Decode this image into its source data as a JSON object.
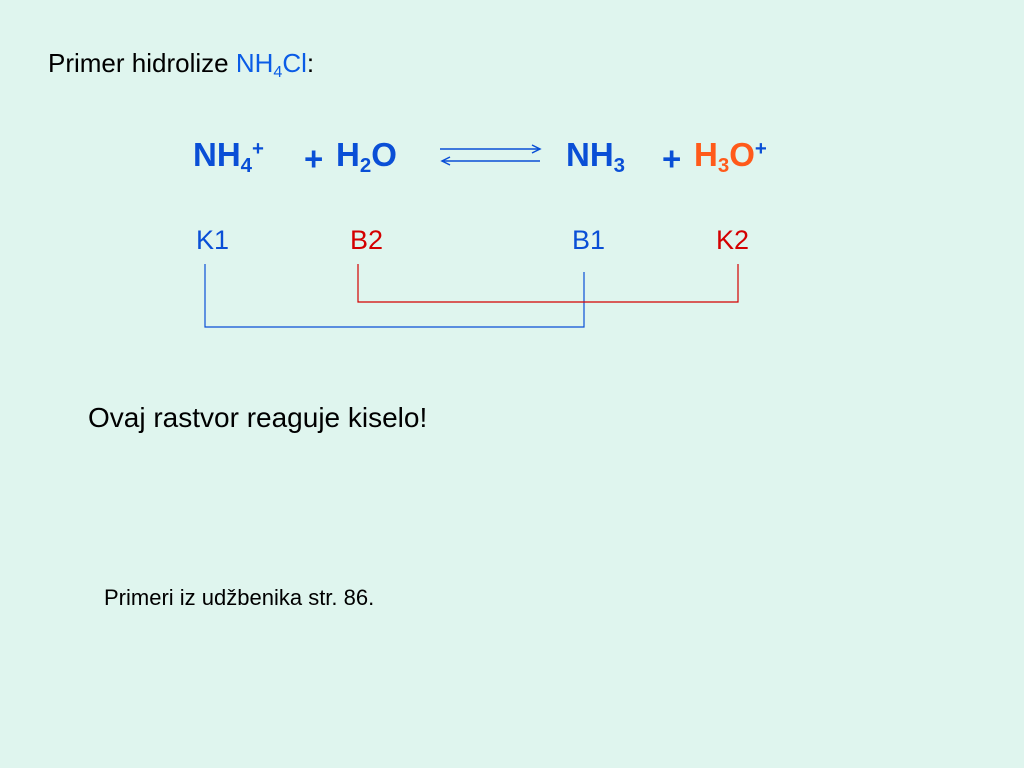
{
  "title": {
    "prefix": "Primer hidrolize ",
    "formula_main": "NH",
    "formula_sub": "4",
    "formula_tail": "Cl",
    "suffix": ":"
  },
  "equation": {
    "reactant1": {
      "main": "NH",
      "sub": "4",
      "sup": "+"
    },
    "plus1": "+",
    "reactant2": {
      "main": "H",
      "sub": "2",
      "tail": "O"
    },
    "product1": {
      "main": "NH",
      "sub": "3"
    },
    "plus2": "+",
    "product2": {
      "main": "H",
      "sub": "3",
      "tail": "O",
      "sup": "+"
    }
  },
  "labels": {
    "k1": "K1",
    "b2": "B2",
    "b1": "B1",
    "k2": "K2"
  },
  "colors": {
    "blue": "#0a4fd6",
    "red": "#d40000",
    "orange": "#ff5a1a",
    "background": "#dff5ee"
  },
  "conclusion": "Ovaj rastvor reaguje kiselo!",
  "reference": "Primeri iz udžbenika str. 86."
}
